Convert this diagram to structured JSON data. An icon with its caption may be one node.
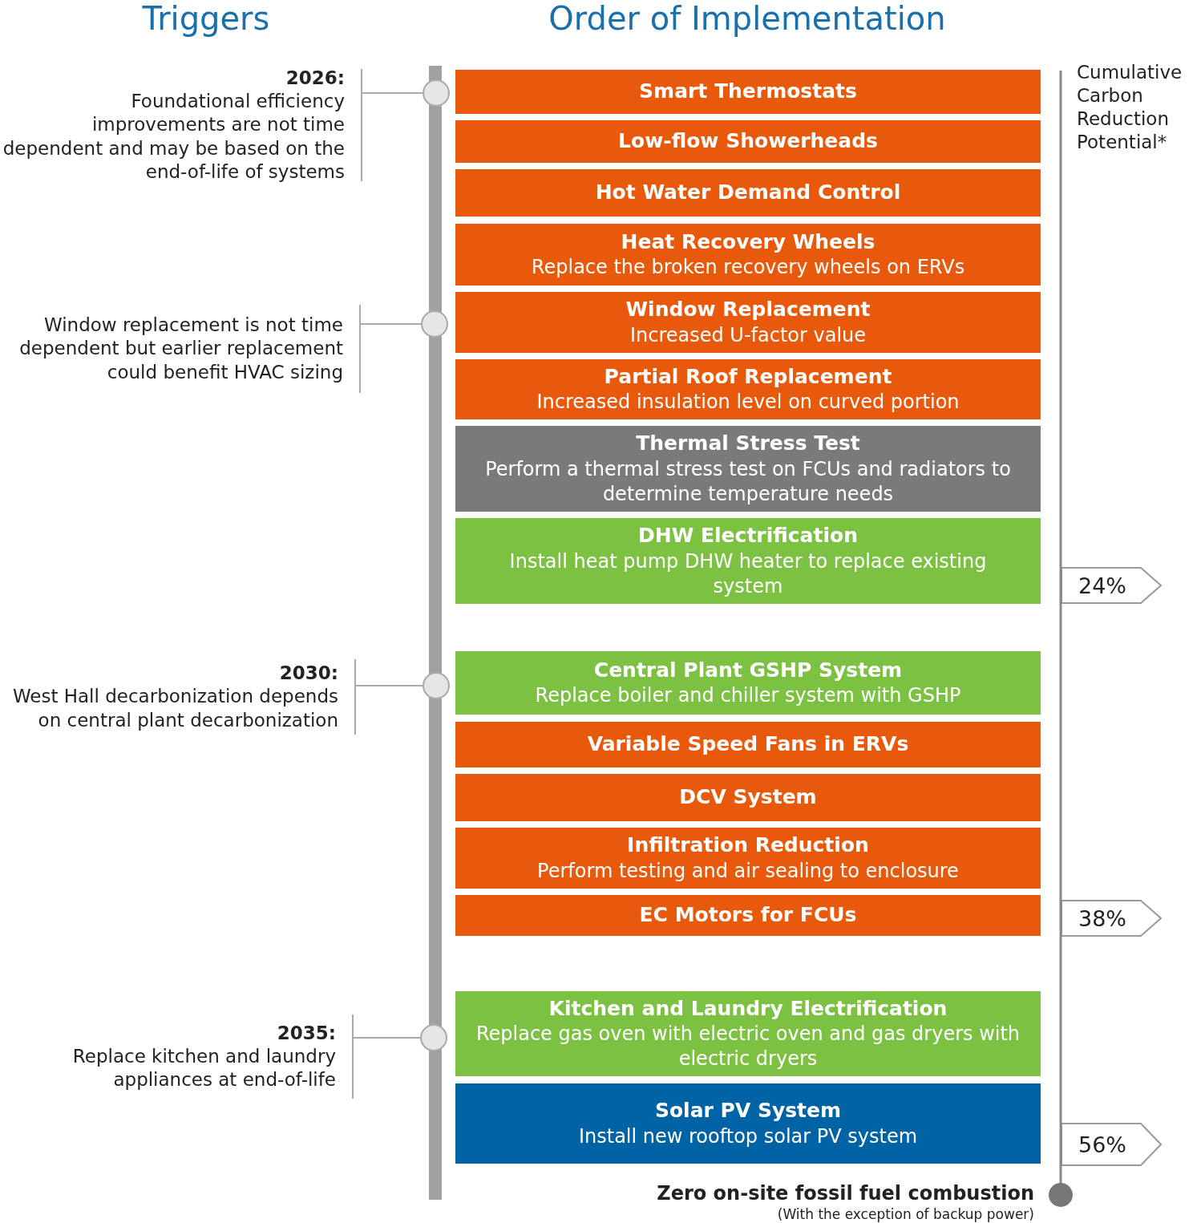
{
  "diagram": {
    "nodes": [
      {
        "text": [
          "2026:",
          "Foundational efficiency improvements are not time dependent and may be based on the end-of-life of systems"
        ]
      },
      {
        "text": [],
        "shape": "circle"
      },
      {
        "text": [
          "Window replacement is not time dependent but earlier replacement could benefit HVAC sizing"
        ]
      },
      {
        "text": [],
        "shape": "circle"
      },
      {
        "text": [
          "2030:",
          "West Hall decarbonization depends on central plant decarbonization"
        ]
      },
      {
        "text": [],
        "shape": "circle"
      },
      {
        "text": [
          "2035:",
          "Replace kitchen and laundry appliances at end-of-life"
        ]
      },
      {
        "text": [],
        "shape": "circle"
      },
      {
        "text": [
          "Smart Thermostats"
        ]
      },
      {
        "text": [
          "Low-flow Showerheads"
        ]
      },
      {
        "text": [
          "Hot Water Demand Control"
        ]
      },
      {
        "text": [
          "Heat Recovery Wheels",
          "Replace the broken recovery wheels on ERVs"
        ]
      },
      {
        "text": [
          "Window Replacement",
          "Increased U-factor value"
        ]
      },
      {
        "text": [
          "Partial Roof Replacement",
          "Increased insulation level on curved portion"
        ]
      },
      {
        "text": [
          "Thermal Stress Test",
          "Perform a thermal stress test on FCUs and radiators to determine temperature needs"
        ]
      },
      {
        "text": [
          "DHW Electrification",
          "Install heat pump DHW heater to replace existing system"
        ]
      },
      {
        "text": [
          "Central Plant GSHP System",
          "Replace boiler and chiller system with GSHP"
        ]
      },
      {
        "text": [
          "Variable Speed Fans in ERVs"
        ]
      },
      {
        "text": [
          "DCV System"
        ]
      },
      {
        "text": [
          "Infiltration Reduction",
          "Perform testing and air sealing to enclosure"
        ]
      },
      {
        "text": [
          "EC Motors for FCUs"
        ]
      },
      {
        "text": [
          "Kitchen and Laundry Electrification",
          "Replace gas oven with electric oven and gas dryers with electric dryers"
        ]
      },
      {
        "text": [
          "Solar PV System",
          "Install new rooftop solar PV system"
        ]
      },
      {
        "text": [
          "24%"
        ]
      },
      {
        "text": [
          "38%"
        ]
      },
      {
        "text": [
          "56%"
        ]
      }
    ],
    "edges": [
      {
        "from": 0,
        "to": 1,
        "arrow": "none"
      },
      {
        "from": 2,
        "to": 3,
        "arrow": "none"
      },
      {
        "from": 4,
        "to": 5,
        "arrow": "none"
      },
      {
        "from": 6,
        "to": 7,
        "arrow": "none"
      }
    ],
    "labels": [
      "Triggers",
      "Order of Implementation",
      "Cumulative Carbon Reduction Potential*",
      "Zero on-site fossil fuel combustion",
      "(With the exception of backup power)"
    ]
  }
}
